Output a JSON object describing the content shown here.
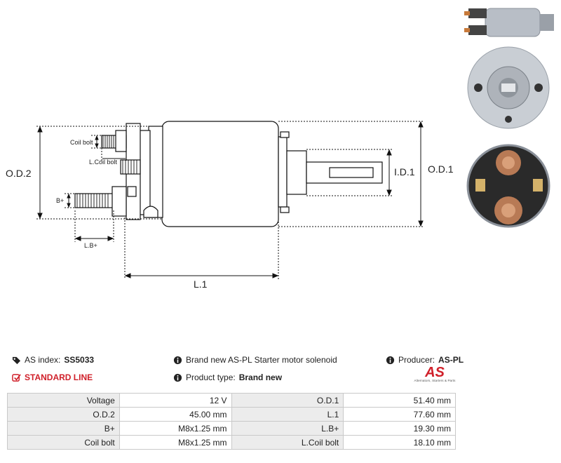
{
  "drawing": {
    "labels": {
      "od2": "O.D.2",
      "od1": "O.D.1",
      "id1": "I.D.1",
      "l1": "L.1",
      "coil_bolt": "Coil bolt",
      "l_coil_bolt": "L.Coil bolt",
      "b_plus": "B+",
      "l_b_plus": "L.B+"
    }
  },
  "info": {
    "as_index_label": "AS index:",
    "as_index_value": "SS5033",
    "line_label": "STANDARD LINE",
    "description": "Brand new AS-PL Starter motor solenoid",
    "product_type_label": "Product type:",
    "product_type_value": "Brand new",
    "producer_label": "Producer:",
    "producer_value": "AS-PL"
  },
  "brand": {
    "logo": "AS",
    "tagline": "Alternators, Starters & Parts",
    "accent": "#d0202a"
  },
  "specs": [
    {
      "label_a": "Voltage",
      "value_a": "12 V",
      "label_b": "O.D.1",
      "value_b": "51.40 mm"
    },
    {
      "label_a": "O.D.2",
      "value_a": "45.00 mm",
      "label_b": "L.1",
      "value_b": "77.60 mm"
    },
    {
      "label_a": "B+",
      "value_a": "M8x1.25 mm",
      "label_b": "L.B+",
      "value_b": "19.30 mm"
    },
    {
      "label_a": "Coil bolt",
      "value_a": "M8x1.25 mm",
      "label_b": "L.Coil bolt",
      "value_b": "18.10 mm"
    }
  ]
}
